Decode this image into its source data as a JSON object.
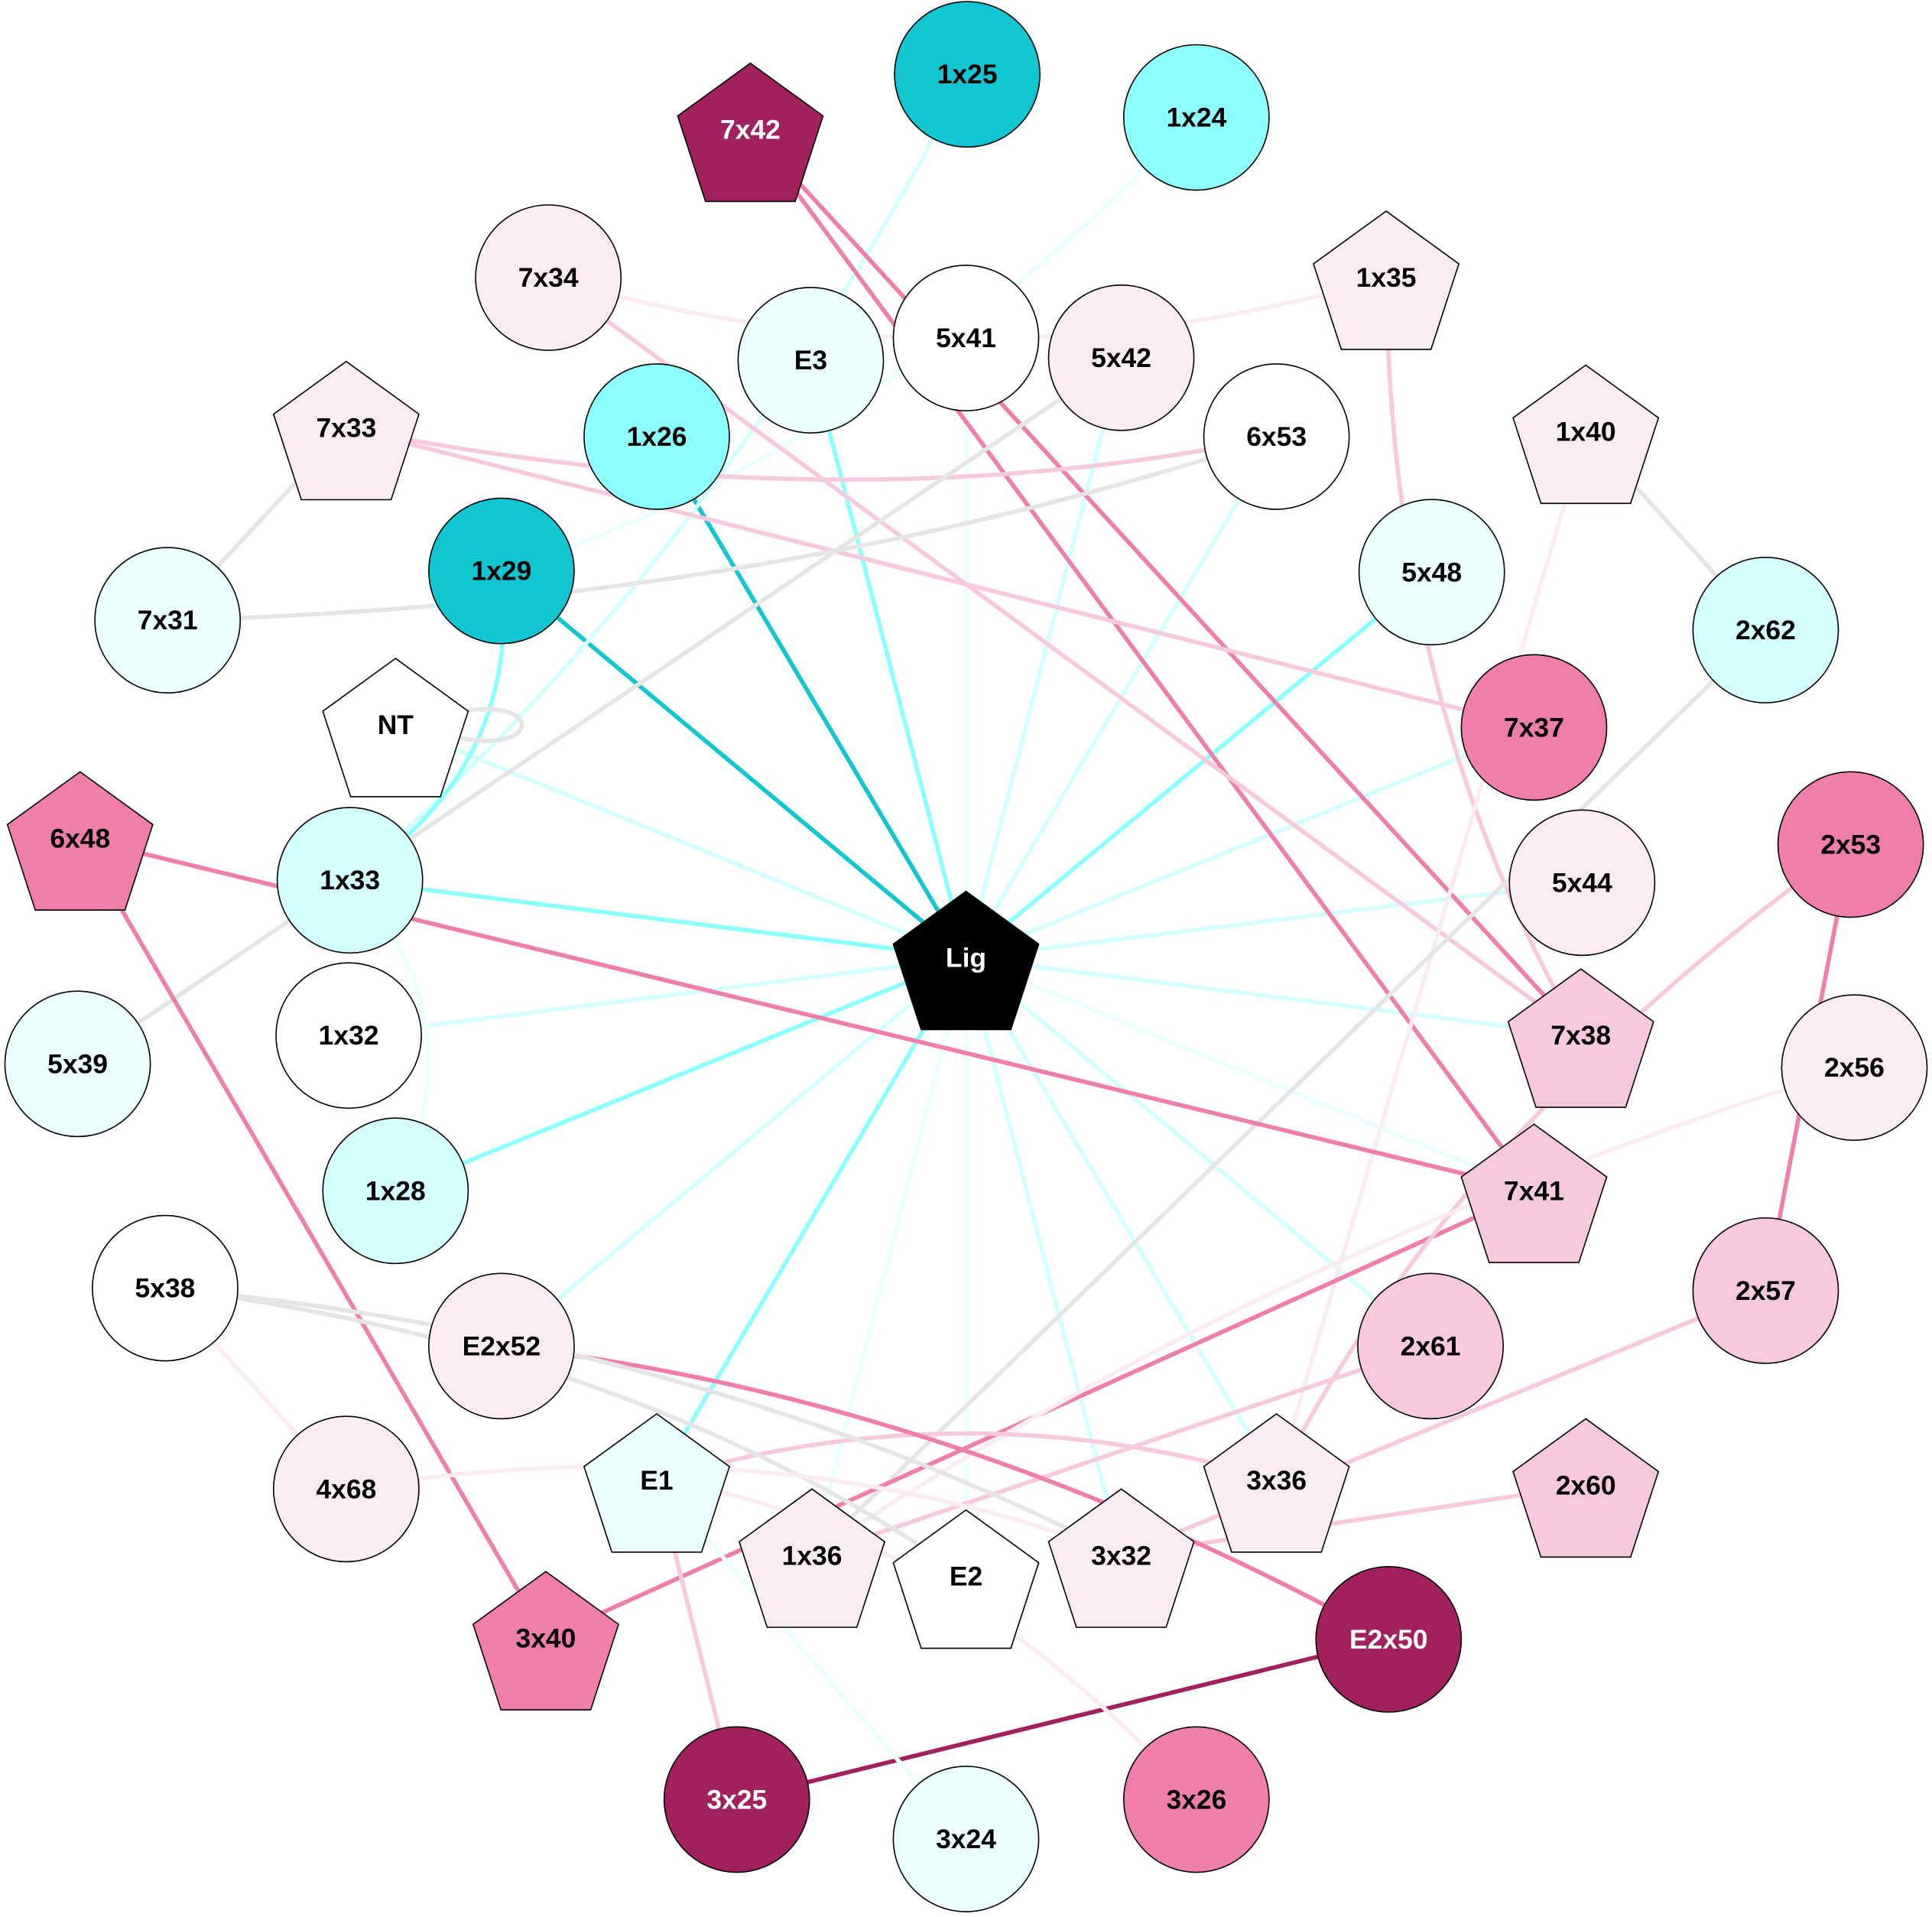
{
  "colors": {
    "black": "#000000",
    "dark_cyan": "#12C6D1",
    "light_cyan": "#8CFFFF",
    "pale_cyan": "#D4FFFF",
    "faint_cyan": "#EBFFFF",
    "white": "#FFFFFF",
    "dark_magenta": "#A0215E",
    "mid_pink": "#F07EAB",
    "light_pink": "#F8C8DC",
    "pale_pink": "#FBEBF2",
    "gray": "#E5E5E5"
  },
  "nodes": [
    {
      "id": "Lig",
      "shape": "pentagon",
      "fill": "black",
      "text": "white"
    },
    {
      "id": "1x25",
      "shape": "circle",
      "fill": "dark_cyan",
      "text": "black"
    },
    {
      "id": "7x42",
      "shape": "pentagon",
      "fill": "dark_magenta",
      "text": "white"
    },
    {
      "id": "1x24",
      "shape": "circle",
      "fill": "light_cyan",
      "text": "black"
    },
    {
      "id": "7x34",
      "shape": "circle",
      "fill": "pale_pink",
      "text": "black"
    },
    {
      "id": "1x35",
      "shape": "pentagon",
      "fill": "pale_pink",
      "text": "black"
    },
    {
      "id": "E3",
      "shape": "circle",
      "fill": "faint_cyan",
      "text": "black"
    },
    {
      "id": "5x41",
      "shape": "circle",
      "fill": "white",
      "text": "black"
    },
    {
      "id": "5x42",
      "shape": "circle",
      "fill": "pale_pink",
      "text": "black"
    },
    {
      "id": "7x33",
      "shape": "pentagon",
      "fill": "pale_pink",
      "text": "black"
    },
    {
      "id": "1x26",
      "shape": "circle",
      "fill": "light_cyan",
      "text": "black"
    },
    {
      "id": "6x53",
      "shape": "circle",
      "fill": "white",
      "text": "black"
    },
    {
      "id": "1x40",
      "shape": "pentagon",
      "fill": "pale_pink",
      "text": "black"
    },
    {
      "id": "1x29",
      "shape": "circle",
      "fill": "dark_cyan",
      "text": "black"
    },
    {
      "id": "7x31",
      "shape": "circle",
      "fill": "faint_cyan",
      "text": "black"
    },
    {
      "id": "5x48",
      "shape": "circle",
      "fill": "faint_cyan",
      "text": "black"
    },
    {
      "id": "2x62",
      "shape": "circle",
      "fill": "pale_cyan",
      "text": "black"
    },
    {
      "id": "NT",
      "shape": "pentagon",
      "fill": "white",
      "text": "black"
    },
    {
      "id": "7x37",
      "shape": "circle",
      "fill": "mid_pink",
      "text": "black"
    },
    {
      "id": "6x48",
      "shape": "pentagon",
      "fill": "mid_pink",
      "text": "black"
    },
    {
      "id": "2x53",
      "shape": "circle",
      "fill": "mid_pink",
      "text": "black"
    },
    {
      "id": "1x33",
      "shape": "circle",
      "fill": "pale_cyan",
      "text": "black"
    },
    {
      "id": "5x44",
      "shape": "circle",
      "fill": "pale_pink",
      "text": "black"
    },
    {
      "id": "1x32",
      "shape": "circle",
      "fill": "white",
      "text": "black"
    },
    {
      "id": "7x38",
      "shape": "pentagon",
      "fill": "light_pink",
      "text": "black"
    },
    {
      "id": "5x39",
      "shape": "circle",
      "fill": "faint_cyan",
      "text": "black"
    },
    {
      "id": "2x56",
      "shape": "circle",
      "fill": "pale_pink",
      "text": "black"
    },
    {
      "id": "1x28",
      "shape": "circle",
      "fill": "pale_cyan",
      "text": "black"
    },
    {
      "id": "7x41",
      "shape": "pentagon",
      "fill": "light_pink",
      "text": "black"
    },
    {
      "id": "5x38",
      "shape": "circle",
      "fill": "white",
      "text": "black"
    },
    {
      "id": "2x57",
      "shape": "circle",
      "fill": "light_pink",
      "text": "black"
    },
    {
      "id": "E2x52",
      "shape": "circle",
      "fill": "pale_pink",
      "text": "black"
    },
    {
      "id": "2x61",
      "shape": "circle",
      "fill": "light_pink",
      "text": "black"
    },
    {
      "id": "3x36",
      "shape": "pentagon",
      "fill": "pale_pink",
      "text": "black"
    },
    {
      "id": "E1",
      "shape": "pentagon",
      "fill": "faint_cyan",
      "text": "black"
    },
    {
      "id": "2x60",
      "shape": "pentagon",
      "fill": "light_pink",
      "text": "black"
    },
    {
      "id": "4x68",
      "shape": "circle",
      "fill": "pale_pink",
      "text": "black"
    },
    {
      "id": "1x36",
      "shape": "pentagon",
      "fill": "pale_pink",
      "text": "black"
    },
    {
      "id": "E2",
      "shape": "pentagon",
      "fill": "white",
      "text": "black"
    },
    {
      "id": "3x32",
      "shape": "pentagon",
      "fill": "pale_pink",
      "text": "black"
    },
    {
      "id": "3x40",
      "shape": "pentagon",
      "fill": "mid_pink",
      "text": "black"
    },
    {
      "id": "E2x50",
      "shape": "circle",
      "fill": "dark_magenta",
      "text": "white"
    },
    {
      "id": "3x25",
      "shape": "circle",
      "fill": "dark_magenta",
      "text": "white"
    },
    {
      "id": "3x26",
      "shape": "circle",
      "fill": "mid_pink",
      "text": "black"
    },
    {
      "id": "3x24",
      "shape": "circle",
      "fill": "faint_cyan",
      "text": "black"
    }
  ],
  "edges": [
    {
      "s": "Lig",
      "t": "1x29",
      "c": "dark_cyan"
    },
    {
      "s": "Lig",
      "t": "1x26",
      "c": "dark_cyan"
    },
    {
      "s": "Lig",
      "t": "E3",
      "c": "light_cyan"
    },
    {
      "s": "Lig",
      "t": "5x41",
      "c": "faint_cyan"
    },
    {
      "s": "Lig",
      "t": "5x42",
      "c": "pale_cyan"
    },
    {
      "s": "Lig",
      "t": "6x53",
      "c": "pale_cyan"
    },
    {
      "s": "Lig",
      "t": "5x48",
      "c": "light_cyan"
    },
    {
      "s": "Lig",
      "t": "7x37",
      "c": "pale_cyan"
    },
    {
      "s": "Lig",
      "t": "5x44",
      "c": "pale_cyan"
    },
    {
      "s": "Lig",
      "t": "7x38",
      "c": "pale_cyan"
    },
    {
      "s": "Lig",
      "t": "7x41",
      "c": "faint_cyan"
    },
    {
      "s": "Lig",
      "t": "2x61",
      "c": "pale_cyan"
    },
    {
      "s": "Lig",
      "t": "3x36",
      "c": "pale_cyan"
    },
    {
      "s": "Lig",
      "t": "3x32",
      "c": "pale_cyan"
    },
    {
      "s": "Lig",
      "t": "E2",
      "c": "faint_cyan"
    },
    {
      "s": "Lig",
      "t": "1x36",
      "c": "faint_cyan"
    },
    {
      "s": "Lig",
      "t": "E1",
      "c": "light_cyan"
    },
    {
      "s": "Lig",
      "t": "E2x52",
      "c": "pale_cyan"
    },
    {
      "s": "Lig",
      "t": "1x28",
      "c": "light_cyan"
    },
    {
      "s": "Lig",
      "t": "1x32",
      "c": "pale_cyan"
    },
    {
      "s": "Lig",
      "t": "1x33",
      "c": "light_cyan"
    },
    {
      "s": "Lig",
      "t": "NT",
      "c": "pale_cyan"
    },
    {
      "s": "1x25",
      "t": "1x33",
      "c": "pale_cyan",
      "curve": true
    },
    {
      "s": "1x24",
      "t": "1x29",
      "c": "faint_cyan",
      "curve": true
    },
    {
      "s": "1x29",
      "t": "1x33",
      "c": "light_cyan",
      "curve": true
    },
    {
      "s": "1x33",
      "t": "1x28",
      "c": "faint_cyan",
      "curve": true
    },
    {
      "s": "7x42",
      "t": "7x38",
      "c": "mid_pink"
    },
    {
      "s": "7x42",
      "t": "7x41",
      "c": "mid_pink"
    },
    {
      "s": "7x34",
      "t": "1x35",
      "c": "pale_pink",
      "curve": true
    },
    {
      "s": "7x34",
      "t": "7x38",
      "c": "light_pink"
    },
    {
      "s": "7x33",
      "t": "7x37",
      "c": "light_pink"
    },
    {
      "s": "7x33",
      "t": "6x53",
      "c": "light_pink",
      "curve": true
    },
    {
      "s": "7x33",
      "t": "7x31",
      "c": "gray"
    },
    {
      "s": "7x31",
      "t": "6x53",
      "c": "gray",
      "curve": true
    },
    {
      "s": "1x35",
      "t": "7x38",
      "c": "light_pink",
      "curve": true
    },
    {
      "s": "1x40",
      "t": "2x62",
      "c": "gray"
    },
    {
      "s": "1x40",
      "t": "3x36",
      "c": "pale_pink"
    },
    {
      "s": "5x42",
      "t": "5x39",
      "c": "gray"
    },
    {
      "s": "2x62",
      "t": "1x36",
      "c": "gray"
    },
    {
      "s": "6x48",
      "t": "7x41",
      "c": "mid_pink"
    },
    {
      "s": "6x48",
      "t": "3x40",
      "c": "mid_pink"
    },
    {
      "s": "7x41",
      "t": "3x40",
      "c": "mid_pink"
    },
    {
      "s": "2x53",
      "t": "2x57",
      "c": "mid_pink"
    },
    {
      "s": "2x53",
      "t": "3x36",
      "c": "light_pink",
      "curve": true
    },
    {
      "s": "2x56",
      "t": "1x36",
      "c": "pale_pink",
      "curve": true
    },
    {
      "s": "2x57",
      "t": "3x32",
      "c": "light_pink"
    },
    {
      "s": "2x60",
      "t": "3x32",
      "c": "light_pink"
    },
    {
      "s": "3x36",
      "t": "E1",
      "c": "light_pink",
      "curve": true
    },
    {
      "s": "2x61",
      "t": "1x36",
      "c": "light_pink"
    },
    {
      "s": "E2x52",
      "t": "E2x50",
      "c": "mid_pink",
      "curve": true
    },
    {
      "s": "E2x50",
      "t": "3x25",
      "c": "dark_magenta"
    },
    {
      "s": "E1",
      "t": "3x25",
      "c": "light_pink"
    },
    {
      "s": "E1",
      "t": "3x24",
      "c": "faint_cyan"
    },
    {
      "s": "E1",
      "t": "3x26",
      "c": "pale_pink",
      "curve": true
    },
    {
      "s": "5x38",
      "t": "4x68",
      "c": "pale_pink"
    },
    {
      "s": "5x38",
      "t": "E2",
      "c": "gray",
      "curve": true
    },
    {
      "s": "5x38",
      "t": "3x32",
      "c": "gray",
      "curve": true
    },
    {
      "s": "4x68",
      "t": "3x32",
      "c": "pale_pink",
      "curve": true
    },
    {
      "s": "NT",
      "t": "NT",
      "c": "gray"
    }
  ]
}
